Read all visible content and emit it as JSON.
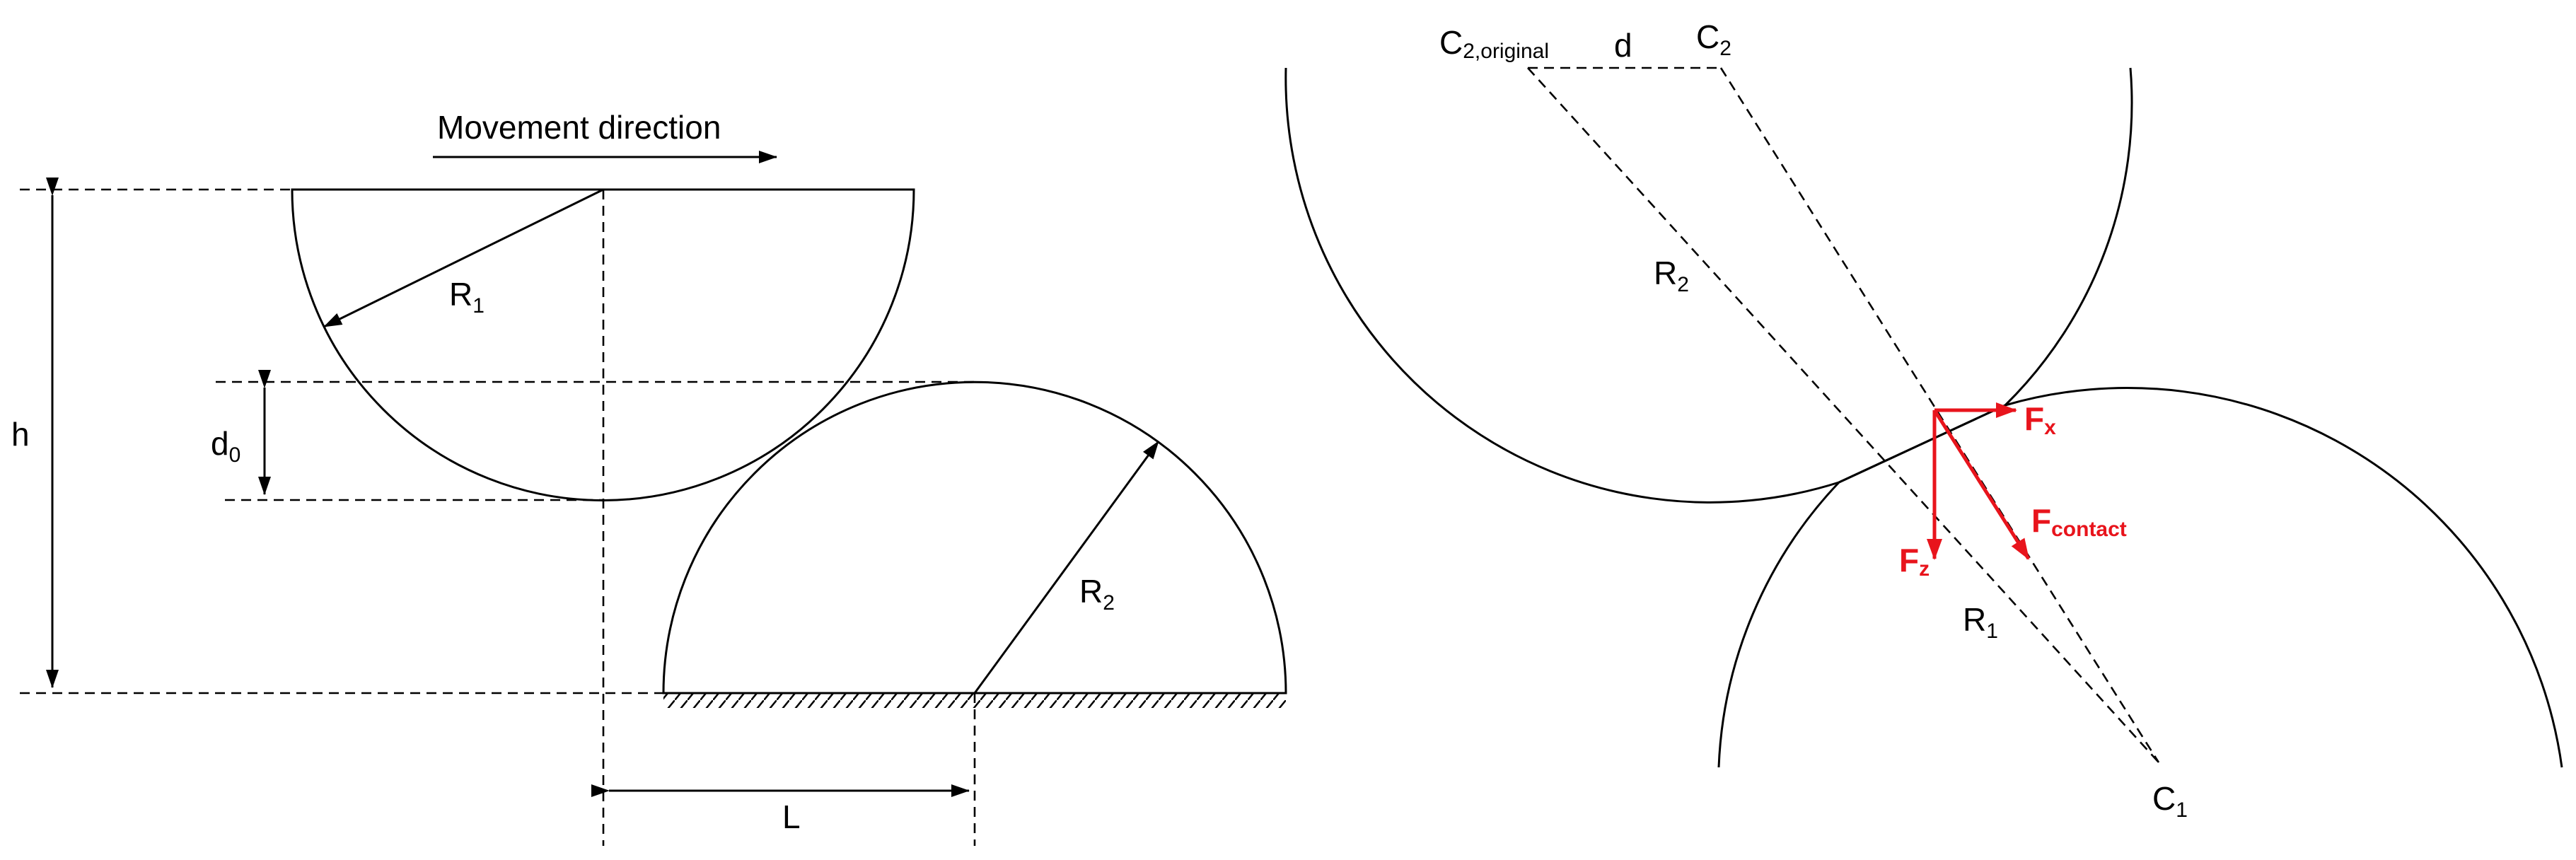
{
  "left_panel": {
    "movement_label": "Movement direction",
    "R1_main": "R",
    "R1_sub": "1",
    "R2_main": "R",
    "R2_sub": "2",
    "d0_main": "d",
    "d0_sub": "0",
    "h_label": "h",
    "L_label": "L"
  },
  "right_panel": {
    "C2orig_main": "C",
    "C2orig_sub": "2,original",
    "d_label": "d",
    "C2_main": "C",
    "C2_sub": "2",
    "R2_main": "R",
    "R2_sub": "2",
    "R1_main": "R",
    "R1_sub": "1",
    "C1_main": "C",
    "C1_sub": "1",
    "Fx_main": "F",
    "Fx_sub": "x",
    "Fz_main": "F",
    "Fz_sub": "z",
    "Fcontact_main": "F",
    "Fcontact_sub": "contact",
    "force_color": "#e8141c"
  }
}
